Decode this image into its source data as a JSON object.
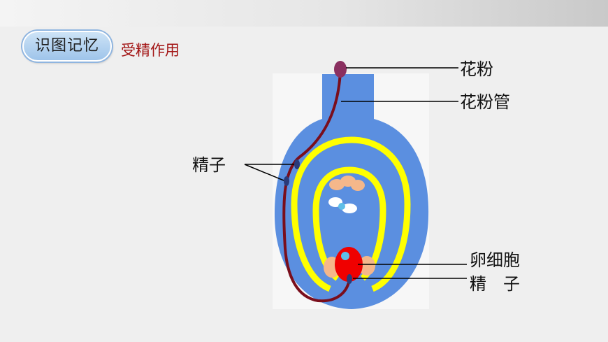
{
  "header": {
    "badge_label": "识图记忆",
    "subtitle": "受精作用"
  },
  "labels": {
    "pollen": "花粉",
    "pollen_tube": "花粉管",
    "sperm_left": "精子",
    "egg_cell": "卵细胞",
    "sperm_right": "精　子"
  },
  "colors": {
    "ovary_blue": "#5b8fe0",
    "integument_yellow": "#ffff00",
    "pollen_tube": "#7a0e1c",
    "pollen_grain": "#8a3060",
    "egg_red": "#f00000",
    "synergid_peach": "#f5b78a",
    "subtitle_red": "#a31515"
  }
}
